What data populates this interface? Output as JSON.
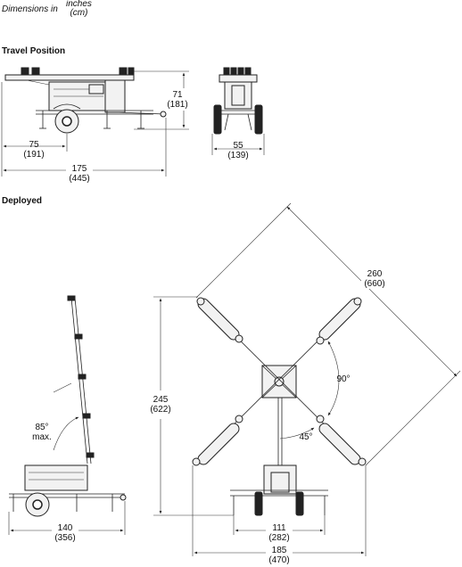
{
  "legend": {
    "prefix": "Dimensions in",
    "unit_top": "inches",
    "unit_bottom": "(cm)"
  },
  "sections": {
    "travel": "Travel Position",
    "deployed": "Deployed"
  },
  "dims": {
    "travel_height": {
      "in": "71",
      "cm": "(181)"
    },
    "travel_axle": {
      "in": "75",
      "cm": "(191)"
    },
    "travel_length": {
      "in": "175",
      "cm": "(445)"
    },
    "travel_width": {
      "in": "55",
      "cm": "(139)"
    },
    "side_angle": {
      "deg": "85°",
      "note": "max."
    },
    "side_length": {
      "in": "140",
      "cm": "(356)"
    },
    "diag_span": {
      "in": "260",
      "cm": "(660)"
    },
    "deployed_height": {
      "in": "245",
      "cm": "(622)"
    },
    "arm_angle": "90°",
    "tilt_angle": "45°",
    "base_width": {
      "in": "111",
      "cm": "(282)"
    },
    "light_span": {
      "in": "185",
      "cm": "(470)"
    }
  }
}
